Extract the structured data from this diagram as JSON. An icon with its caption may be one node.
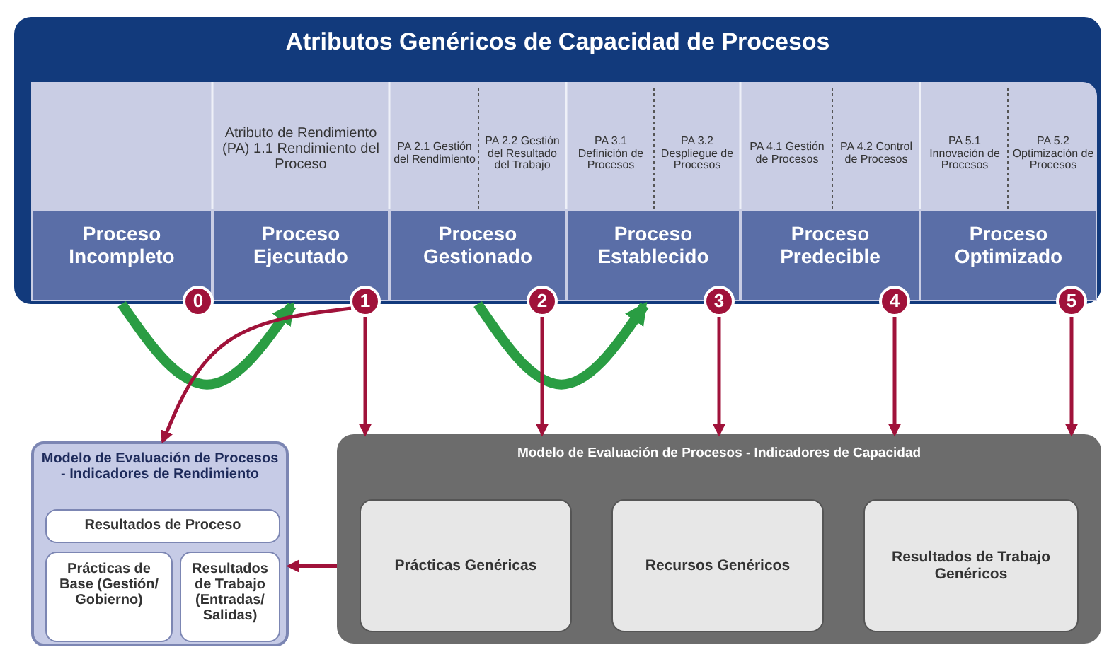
{
  "diagram": {
    "nodes": [
      {
        "text": [
          "Atributos Genéricos de Capacidad de Procesos"
        ]
      },
      {
        "text": [
          "Atributo de Rendimiento (PA) 1.1 Rendimiento del Proceso"
        ],
        "in": 0
      },
      {
        "text": [
          "PA 2.1 Gestión del Rendimiento"
        ],
        "in": 0
      },
      {
        "text": [
          "PA 2.2 Gestión del Resultado del Trabajo"
        ],
        "in": 0
      },
      {
        "text": [
          "PA 3.1 Definición de Procesos"
        ],
        "in": 0
      },
      {
        "text": [
          "PA 3.2 Despliegue de Procesos"
        ],
        "in": 0
      },
      {
        "text": [
          "PA 4.1 Gestión de Procesos"
        ],
        "in": 0
      },
      {
        "text": [
          "PA 4.2 Control de Procesos"
        ],
        "in": 0
      },
      {
        "text": [
          "PA 5.1 Innovación de Procesos"
        ],
        "in": 0
      },
      {
        "text": [
          "PA 5.2 Optimización de Procesos"
        ],
        "in": 0
      },
      {
        "text": [
          "Proceso Incompleto"
        ],
        "in": 0
      },
      {
        "text": [
          "Proceso Ejecutado"
        ],
        "in": 0
      },
      {
        "text": [
          "Proceso Gestionado"
        ],
        "in": 0
      },
      {
        "text": [
          "Proceso Establecido"
        ],
        "in": 0
      },
      {
        "text": [
          "Proceso Predecible"
        ],
        "in": 0
      },
      {
        "text": [
          "Proceso Optimizado"
        ],
        "in": 0
      },
      {
        "text": [
          "0"
        ]
      },
      {
        "text": [
          "1"
        ]
      },
      {
        "text": [
          "2"
        ]
      },
      {
        "text": [
          "3"
        ]
      },
      {
        "text": [
          "4"
        ]
      },
      {
        "text": [
          "5"
        ]
      },
      {
        "text": [
          "Modelo de Evaluación de Procesos - Indicadores de Rendimiento"
        ]
      },
      {
        "text": [
          "Resultados de Proceso"
        ],
        "in": 22
      },
      {
        "text": [
          "Prácticas de Base (Gestión/ Gobierno)"
        ],
        "in": 22
      },
      {
        "text": [
          "Resultados de Trabajo (Entradas/ Salidas)"
        ],
        "in": 22
      },
      {
        "text": [
          "Modelo de Evaluación de Procesos - Indicadores de Capacidad"
        ]
      },
      {
        "text": [
          "Prácticas Genéricas"
        ],
        "in": 26
      },
      {
        "text": [
          "Recursos Genéricos"
        ],
        "in": 26
      },
      {
        "text": [
          "Resultados de Trabajo Genéricos"
        ],
        "in": 26
      }
    ],
    "edges": [
      {
        "from": 10,
        "to": 11,
        "arrow": "to",
        "style": "thick",
        "color": "#2a9d43"
      },
      {
        "from": 12,
        "to": 13,
        "arrow": "to",
        "style": "thick",
        "color": "#2a9d43"
      },
      {
        "from": 17,
        "to": 22,
        "arrow": "to"
      },
      {
        "from": 17,
        "to": 26,
        "arrow": "to"
      },
      {
        "from": 18,
        "to": 26,
        "arrow": "to"
      },
      {
        "from": 19,
        "to": 26,
        "arrow": "to"
      },
      {
        "from": 20,
        "to": 26,
        "arrow": "to"
      },
      {
        "from": 21,
        "to": 26,
        "arrow": "to"
      },
      {
        "from": 26,
        "to": 22,
        "arrow": "to"
      }
    ]
  }
}
